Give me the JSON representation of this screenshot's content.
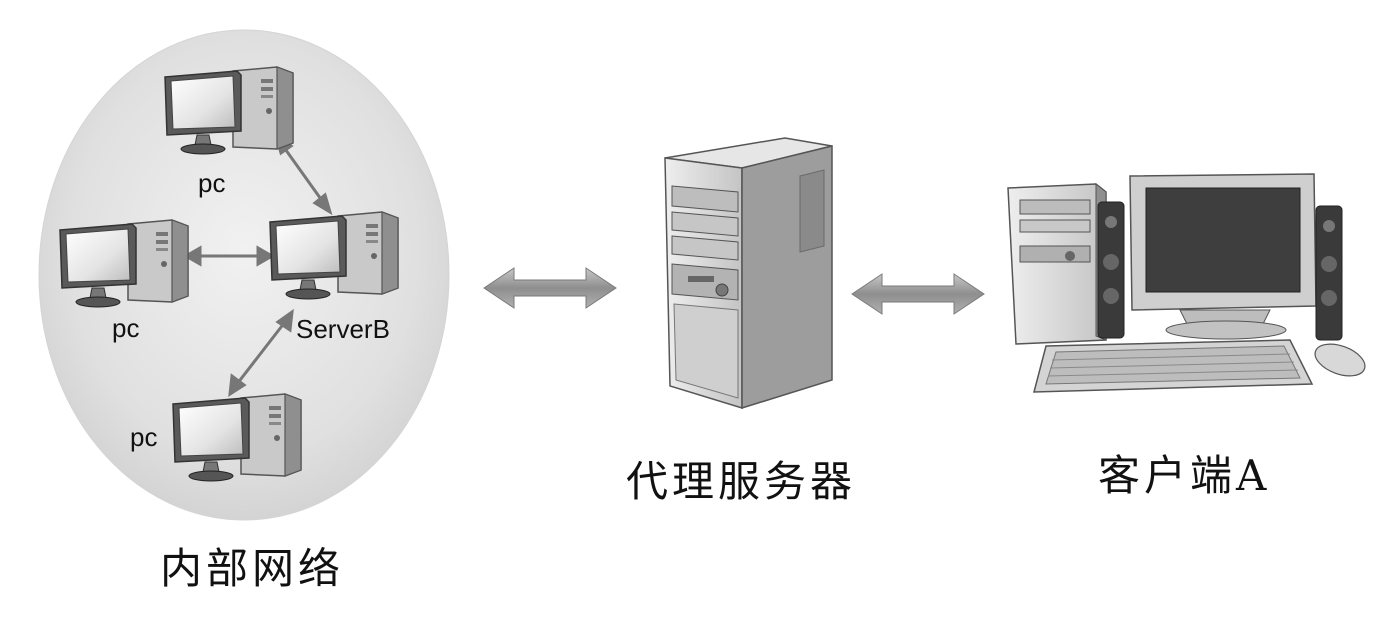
{
  "labels": {
    "internal_network": "内部网络",
    "proxy_server": "代理服务器",
    "client_a": "客户端A",
    "server_b": "ServerB",
    "pc_top": "pc",
    "pc_left": "pc",
    "pc_bottom": "pc"
  },
  "icons": {
    "pc": "desktop-computer-icon",
    "server": "tower-server-icon",
    "client": "desktop-workstation-icon",
    "link": "double-arrow-icon"
  },
  "colors": {
    "background": "#ffffff",
    "network_ellipse": "#e2e2e2",
    "arrow_fill": "#9a9a9a",
    "case_front": "#d6d6d6",
    "case_side": "#a9a9a9",
    "screen": "#4a4a4a",
    "text": "#111111"
  }
}
